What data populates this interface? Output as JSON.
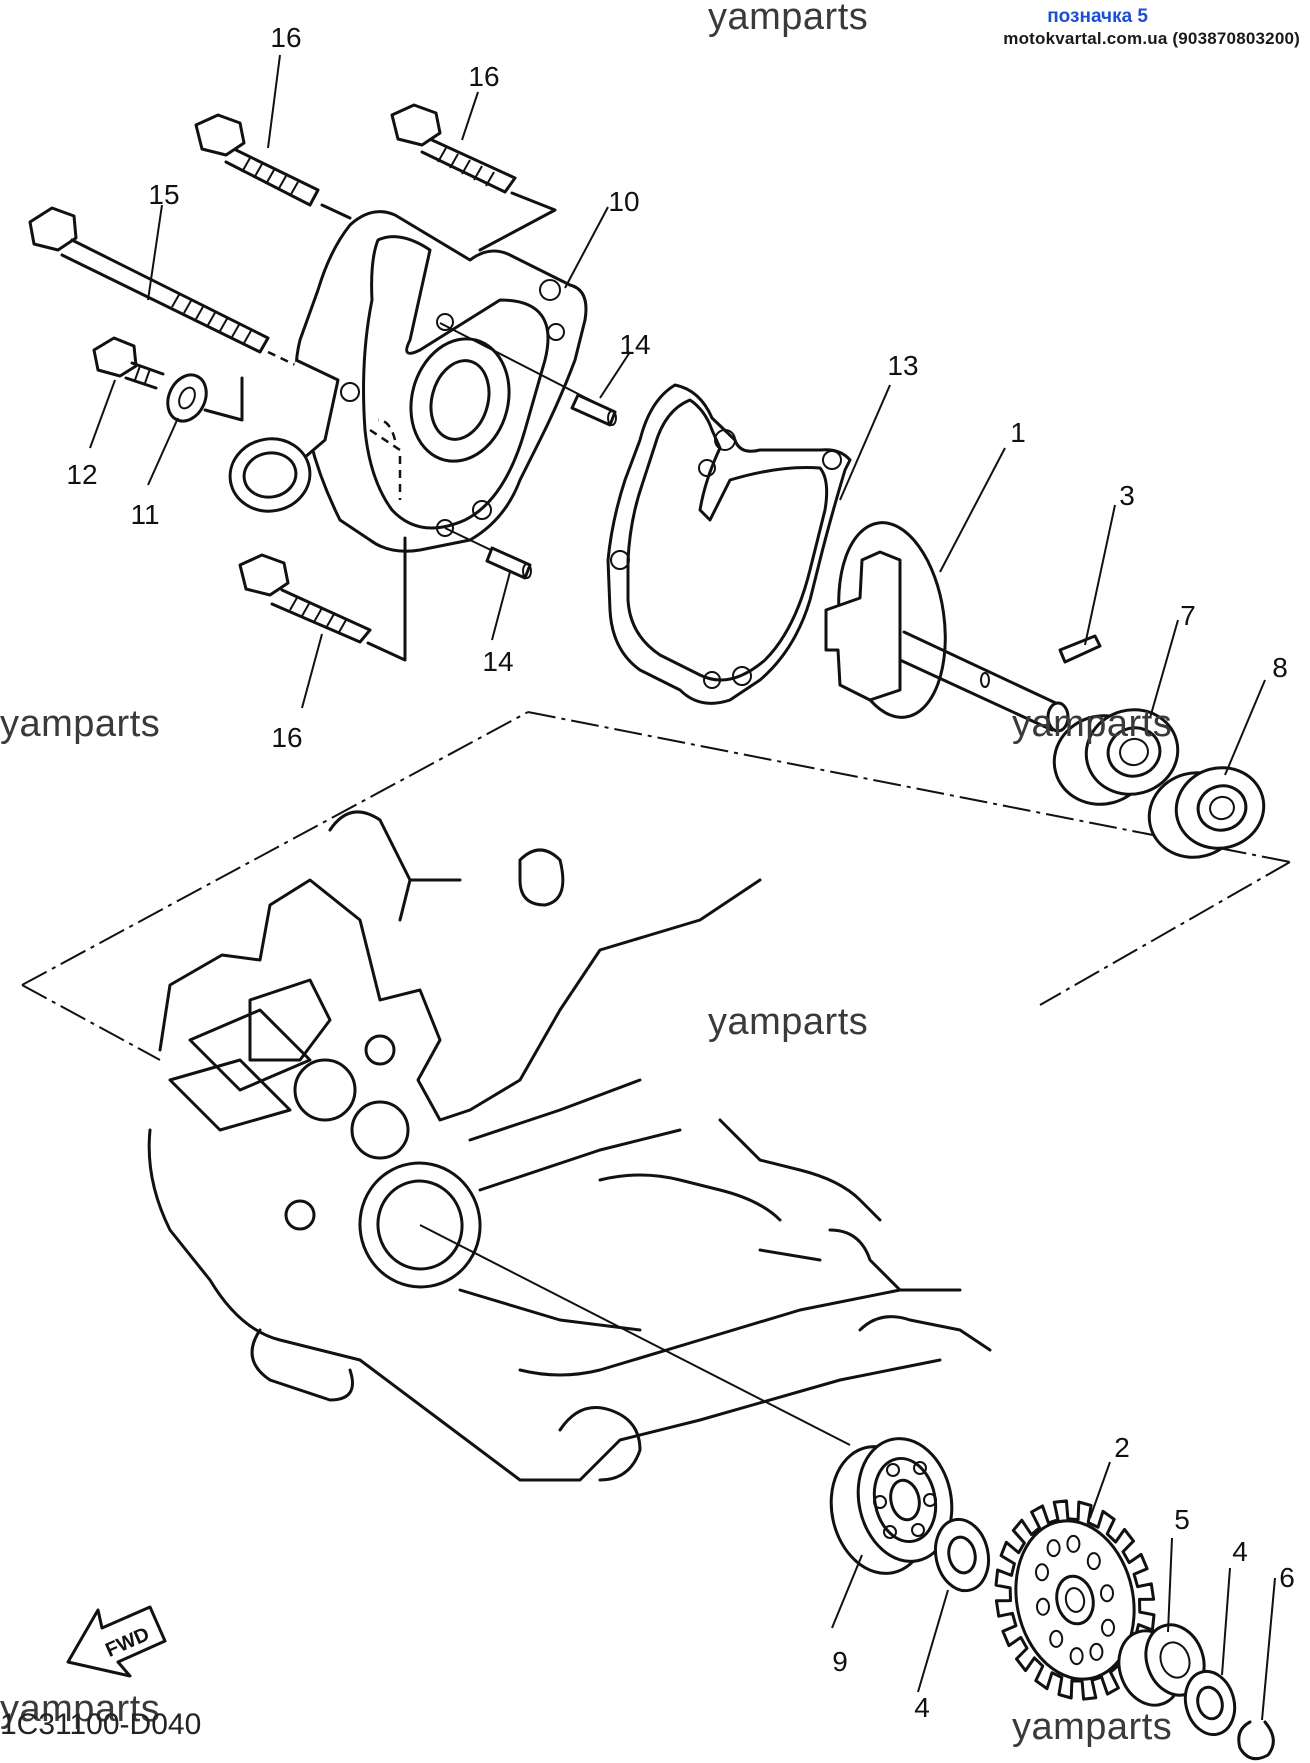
{
  "header": {
    "badge": "позначка 5",
    "source": "motokvartal.com.ua (903870803200)"
  },
  "watermark_text": "yamparts",
  "diagram_code": "1C31100-D040",
  "fwd_label": "FWD",
  "callouts": {
    "c1": "1",
    "c2": "2",
    "c3": "3",
    "c4a": "4",
    "c4b": "4",
    "c5": "5",
    "c6": "6",
    "c7": "7",
    "c8": "8",
    "c9": "9",
    "c10": "10",
    "c11": "11",
    "c12": "12",
    "c13": "13",
    "c14a": "14",
    "c14b": "14",
    "c15": "15",
    "c16a": "16",
    "c16b": "16",
    "c16c": "16"
  }
}
